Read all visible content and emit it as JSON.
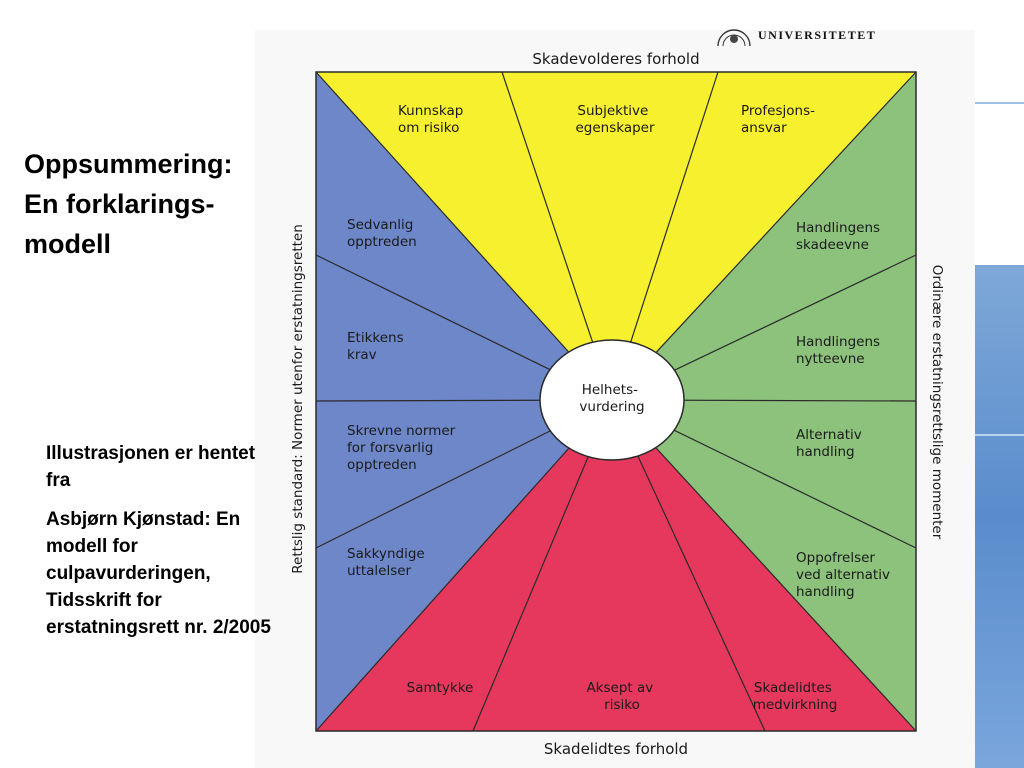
{
  "slide": {
    "title_lines": [
      "Oppsummering:",
      "En forklarings-",
      "modell"
    ],
    "credit_intro": "Illustrasjonen er hentet fra",
    "credit_source": "Asbjørn Kjønstad: En modell for culpavurderingen, Tidsskrift for erstatningsrett nr. 2/2005",
    "logo_text": "UNIVERSITETET"
  },
  "diagram": {
    "top_heading": "Skadevolderes forhold",
    "bottom_heading": "Skadelidtes forhold",
    "left_heading": "Rettslig standard: Normer utenfor erstatningsretten",
    "right_heading": "Ordinære erstatningsrettslige momenter",
    "center": [
      "Helhets-",
      "vurdering"
    ],
    "top": [
      [
        "Kunnskap",
        "om risiko"
      ],
      [
        "Subjektive",
        "egenskaper"
      ],
      [
        "Profesjons-",
        "ansvar"
      ]
    ],
    "left": [
      [
        "Sedvanlig",
        "opptreden"
      ],
      [
        "Etikkens",
        "krav"
      ],
      [
        "Skrevne normer",
        "for forsvarlig",
        "opptreden"
      ],
      [
        "Sakkyndige",
        "uttalelser"
      ]
    ],
    "right": [
      [
        "Handlingens",
        "skadeevne"
      ],
      [
        "Handlingens",
        "nytteevne"
      ],
      [
        "Alternativ",
        "handling"
      ],
      [
        "Oppofrelser",
        "ved alternativ",
        "handling"
      ]
    ],
    "bottom": [
      [
        "Samtykke"
      ],
      [
        "Aksept av",
        "risiko"
      ],
      [
        "Skadelidtes",
        "medvirkning"
      ]
    ],
    "colors": {
      "top": "#f7f02f",
      "left": "#6d87c9",
      "right": "#8dc27c",
      "bottom": "#e6385d",
      "center": "#ffffff",
      "lines": "#2a2a2a"
    }
  }
}
